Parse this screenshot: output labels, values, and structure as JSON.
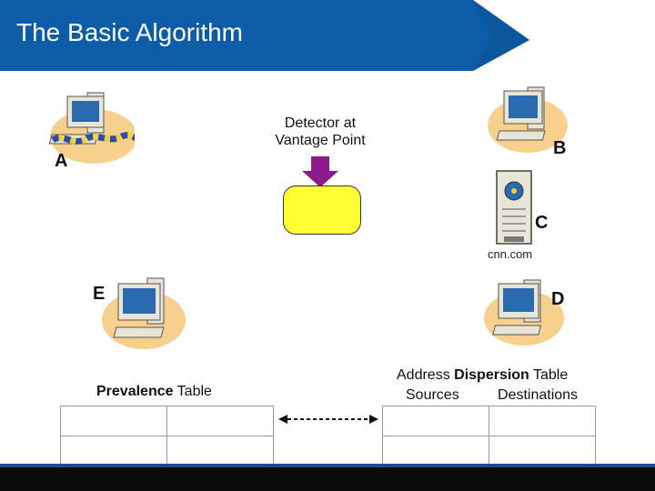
{
  "slide": {
    "title": "The Basic Algorithm"
  },
  "nodes": {
    "a": {
      "label": "A"
    },
    "b": {
      "label": "B"
    },
    "c": {
      "label": "C",
      "host": "cnn.com"
    },
    "d": {
      "label": "D"
    },
    "e": {
      "label": "E"
    }
  },
  "detector": {
    "line1": "Detector at",
    "line2": "Vantage Point"
  },
  "prevalence_table": {
    "title_bold": "Prevalence",
    "title_rest": " Table",
    "rows": [
      [
        "",
        ""
      ],
      [
        "",
        ""
      ]
    ]
  },
  "dispersion_table": {
    "title_pre": "Address ",
    "title_bold": "Dispersion",
    "title_rest": " Table",
    "col_sources": "Sources",
    "col_destinations": "Destinations",
    "rows": [
      [
        "",
        ""
      ],
      [
        "",
        ""
      ]
    ]
  },
  "colors": {
    "header_blue": "#0d5ca8",
    "detector_yellow": "#ffff33",
    "detector_arrow": "#8b1a8b",
    "monitor_blue": "#2a6bb0",
    "computer_beige": "#e8e4d8",
    "shadow_orange": "#f0b040"
  }
}
